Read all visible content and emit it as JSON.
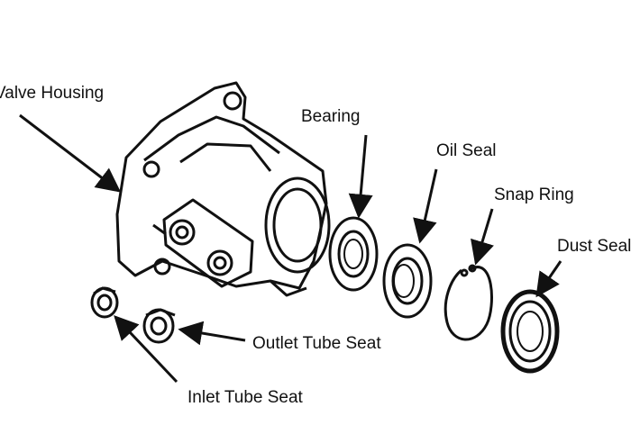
{
  "labels": {
    "valve_housing": "Valve Housing",
    "bearing": "Bearing",
    "oil_seal": "Oil Seal",
    "snap_ring": "Snap Ring",
    "dust_seal": "Dust Seal",
    "outlet_tube_seat": "Outlet Tube Seat",
    "inlet_tube_seat": "Inlet Tube Seat"
  }
}
